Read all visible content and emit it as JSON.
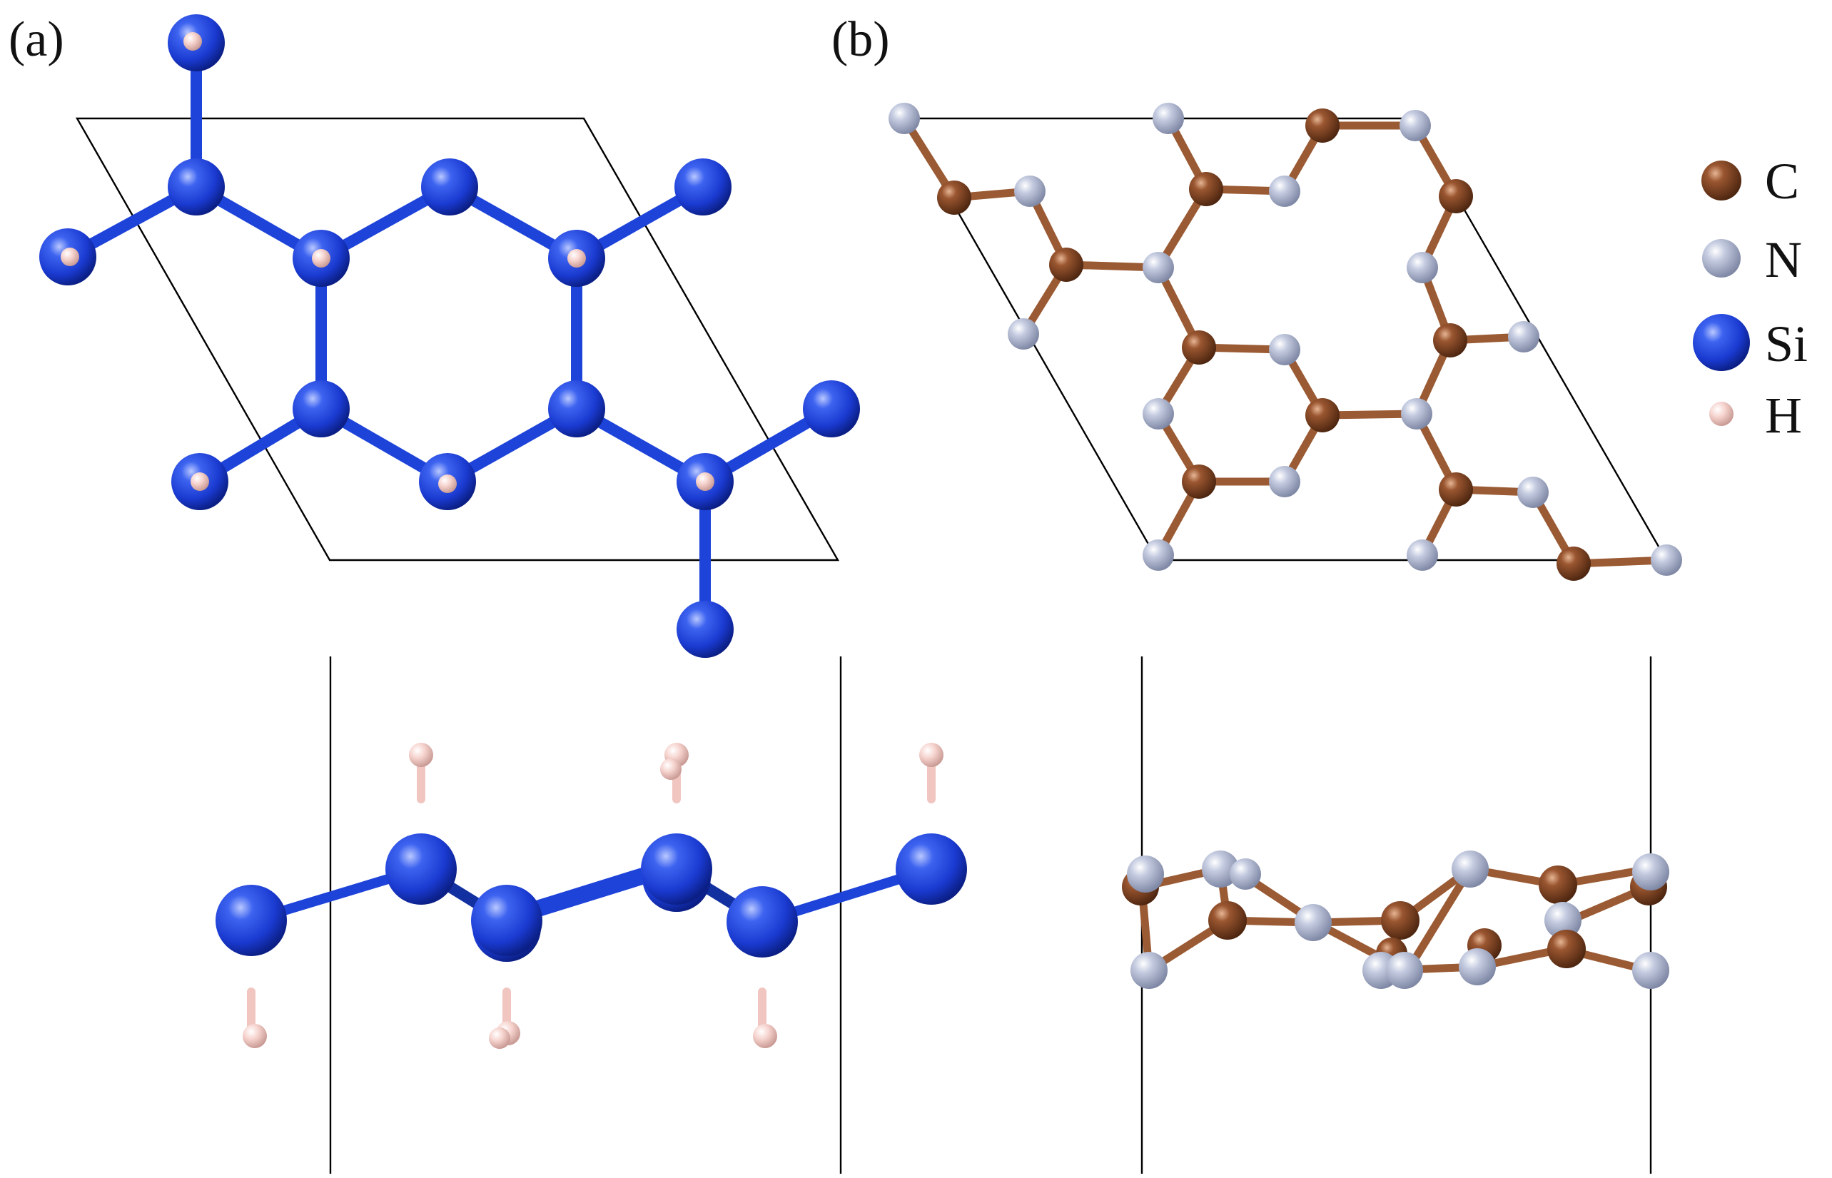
{
  "panels": {
    "a": {
      "label": "(a)"
    },
    "b": {
      "label": "(b)"
    }
  },
  "legend": {
    "items": [
      {
        "symbol": "C",
        "label": "C",
        "color": "#8a4a25"
      },
      {
        "symbol": "N",
        "label": "N",
        "color": "#aab2cc"
      },
      {
        "symbol": "Si",
        "label": "Si",
        "color": "#1a3fd6"
      },
      {
        "symbol": "H",
        "label": "H",
        "color": "#f1c6c1"
      }
    ]
  },
  "colors": {
    "silicon": "#1a3fd6",
    "silicon_bond": "#1d43d9",
    "hydrogen": "#f1c6c1",
    "carbon": "#8a4a25",
    "nitrogen": "#aab2cc",
    "cell_line": "#000000"
  }
}
